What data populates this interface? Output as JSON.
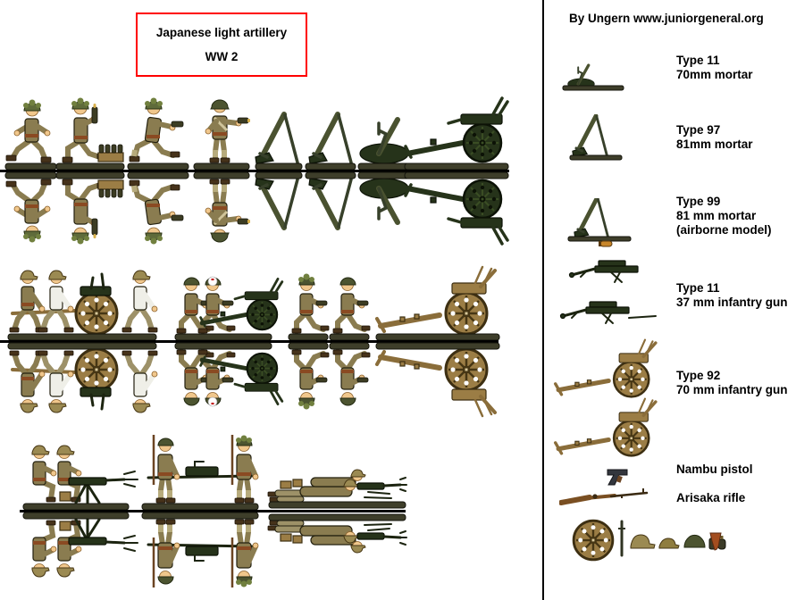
{
  "title": {
    "line1": "Japanese light artillery",
    "line2": "WW 2"
  },
  "credit": "By Ungern www.juniorgeneral.org",
  "legend": {
    "items": [
      {
        "label": "Type 11",
        "lines": [
          "70mm mortar"
        ],
        "icon": "mortar-type11-icon"
      },
      {
        "label": "Type 97",
        "lines": [
          "81mm mortar"
        ],
        "icon": "mortar-type97-icon"
      },
      {
        "label": "Type 99",
        "lines": [
          "81 mm mortar",
          "(airborne model)"
        ],
        "icon": "mortar-type99-icon"
      },
      {
        "label": "Type 11",
        "lines": [
          "37 mm infantry gun"
        ],
        "icon": "infantry-gun-37mm-icon"
      },
      {
        "label": "Type 92",
        "lines": [
          "70 mm infantry gun"
        ],
        "icon": "infantry-gun-70mm-icon"
      },
      {
        "label": "Nambu pistol",
        "lines": [],
        "icon": "pistol-icon"
      },
      {
        "label": "Arisaka rifle",
        "lines": [],
        "icon": "rifle-icon"
      }
    ],
    "misc_icons": [
      "wheel-icon",
      "sword-icon",
      "peaked-cap-icon",
      "field-cap-icon",
      "helmet-icon",
      "grenades-icon",
      "holster-icon"
    ]
  },
  "sheet": {
    "rows": [
      {
        "units": [
          "running-crewman",
          "kneeling-loader-with-ammo-crate",
          "kneeling-crewman-with-shell",
          "standing-crewman-with-shell",
          "type97-mortar",
          "type99-mortar",
          "type11-mortar",
          "infantry-gun-dark-green"
        ]
      },
      {
        "units": [
          "three-man-crew-pulling-limbered-gun",
          "crouching-crew-with-green-gun",
          "kneeling-loader-camo",
          "kneeling-gunner",
          "infantry-gun-brown"
        ]
      },
      {
        "units": [
          "seated-machinegun-crew",
          "two-man-carrying-team",
          "prone-firing-crew"
        ]
      }
    ]
  },
  "colors": {
    "accent_red": "#ff0000",
    "uniform_khaki": "#8a7c50",
    "gun_dark_green": "#26331a",
    "gun_brown": "#9b7d45",
    "base_olive": "#3e3e2a",
    "text": "#000000"
  }
}
